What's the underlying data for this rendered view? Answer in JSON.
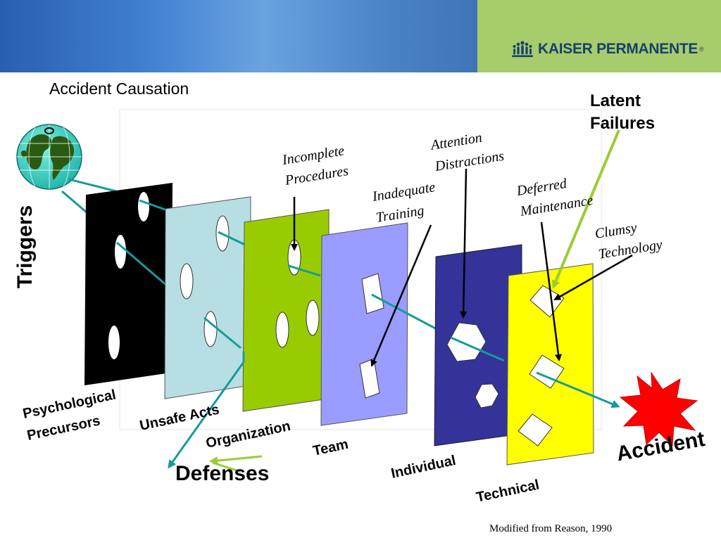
{
  "logo": {
    "brand": "KAISER PERMANENTE",
    "reg": "®"
  },
  "title": "Accident Causation",
  "latent_label": "Latent Failures",
  "triggers_label": "Triggers",
  "defenses_label": "Defenses",
  "accident_label": "Accident",
  "credit": "Modified from Reason, 1990",
  "layers": {
    "psychological": "Psychological",
    "precursors": "Precursors",
    "unsafe_acts": "Unsafe Acts",
    "organization": "Organization",
    "team": "Team",
    "individual": "Individual",
    "technical": "Technical"
  },
  "annotations": {
    "incomplete": "Incomplete",
    "procedures": "Procedures",
    "attention": "Attention",
    "distractions": "Distractions",
    "inadequate": "Inadequate",
    "training": "Training",
    "deferred": "Deferred",
    "maintenance": "Maintenance",
    "clumsy": "Clumsy",
    "technology": "Technology"
  },
  "colors": {
    "header_green": "#a7cc6b",
    "header_blue": "#3f7fd0",
    "logo_navy": "#17406f",
    "layer_black": "#000000",
    "layer_lightblue": "#b7dfe3",
    "layer_green": "#99cc00",
    "layer_lavender": "#9a9cff",
    "layer_navy": "#333399",
    "layer_yellow": "#ffff00",
    "trajectory": "#169b9b",
    "latent_arrow": "#9acd32",
    "accident_star": "#ff0000"
  }
}
